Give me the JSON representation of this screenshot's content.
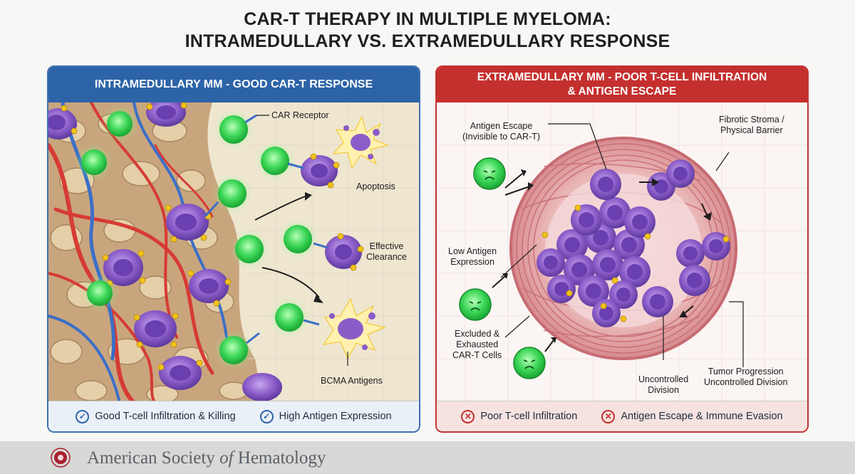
{
  "title": {
    "line1": "CAR-T THERAPY IN MULTIPLE MYELOMA:",
    "line2": "INTRAMEDULLARY VS. EXTRAMEDULLARY RESPONSE"
  },
  "left_panel": {
    "header": "INTRAMEDULLARY MM - GOOD CAR-T RESPONSE",
    "labels": {
      "car_receptor": "CAR Receptor",
      "apoptosis": "Apoptosis",
      "effective_clearance_1": "Effective",
      "effective_clearance_2": "Clearance",
      "bcma_antigens": "BCMA Antigens"
    },
    "footer": [
      {
        "icon": "check-icon",
        "text": "Good T-cell Infiltration & Killing"
      },
      {
        "icon": "check-icon",
        "text": "High Antigen Expression"
      }
    ]
  },
  "right_panel": {
    "header_line1": "EXTRAMEDULLARY MM - POOR T-CELL INFILTRATION",
    "header_line2": "& ANTIGEN ESCAPE",
    "labels": {
      "antigen_escape_1": "Antigen Escape",
      "antigen_escape_2": "(Invisible to CAR-T)",
      "fibrotic_1": "Fibrotic Stroma /",
      "fibrotic_2": "Physical Barrier",
      "low_antigen_1": "Low Antigen",
      "low_antigen_2": "Expression",
      "excluded_1": "Excluded &",
      "excluded_2": "Exhausted",
      "excluded_3": "CAR-T Cells",
      "uncontrolled_1": "Uncontrolled",
      "uncontrolled_2": "Division",
      "tumor_prog_1": "Tumor Progression",
      "tumor_prog_2": "Uncontrolled Division"
    },
    "footer": [
      {
        "icon": "x-circle-icon",
        "text": "Poor T-cell Infiltration"
      },
      {
        "icon": "x-circle-icon",
        "text": "Antigen Escape & Immune Evasion"
      }
    ]
  },
  "brand": {
    "prefix": "American Society ",
    "of": "of",
    "suffix": " Hematology"
  },
  "colors": {
    "left_accent": "#2d64a8",
    "right_accent": "#c4302e",
    "tcell": "#3fd85a",
    "myeloma": "#8a5cc8",
    "antigen": "#f2c21b"
  }
}
